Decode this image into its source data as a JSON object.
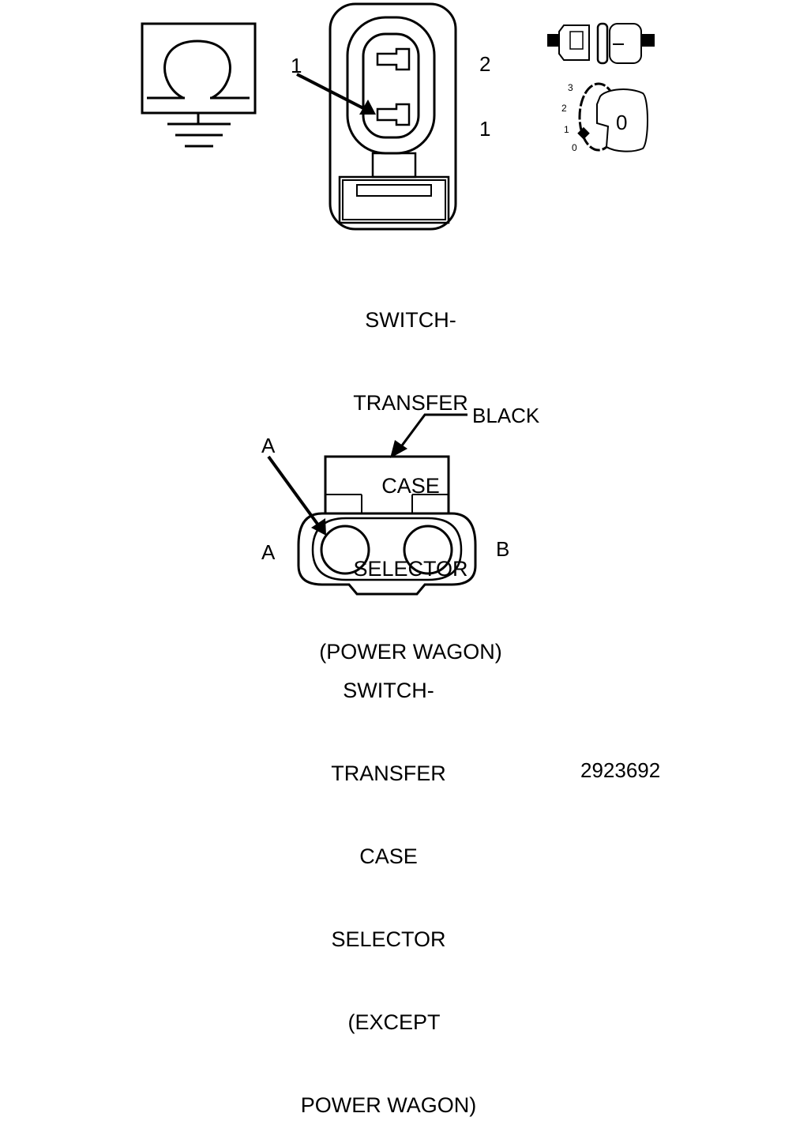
{
  "top_connector": {
    "pin_label_1": "1",
    "cavity_label_2": "2",
    "cavity_label_1": "1",
    "caption_lines": [
      "SWITCH-",
      "TRANSFER",
      "CASE",
      "SELECTOR",
      "(POWER WAGON)"
    ]
  },
  "view_icon": {
    "ticks": [
      "3",
      "2",
      "1",
      "0"
    ],
    "face_label": "0"
  },
  "bottom_connector": {
    "color_label": "BLACK",
    "pointer_label": "A",
    "cavity_a": "A",
    "cavity_b": "B",
    "caption_lines": [
      "SWITCH-",
      "TRANSFER",
      "CASE",
      "SELECTOR",
      "(EXCEPT",
      "POWER WAGON)"
    ]
  },
  "figure_number": "2923692"
}
